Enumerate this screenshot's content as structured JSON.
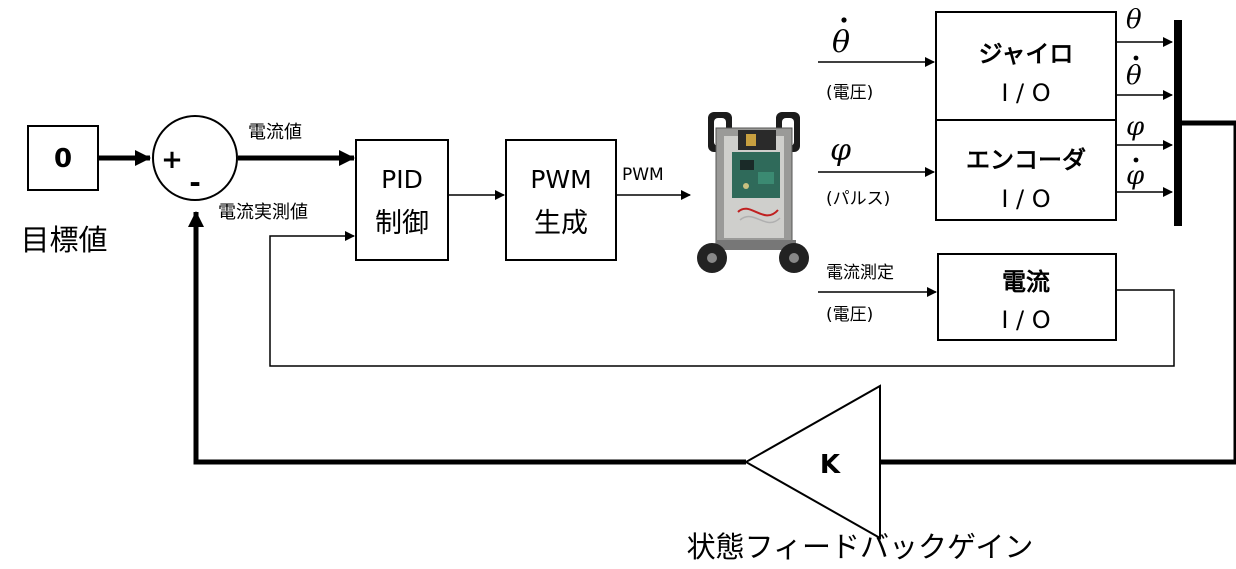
{
  "reference": {
    "value": "0",
    "label": "目標値"
  },
  "summer": {
    "plus": "+",
    "minus": "-"
  },
  "signals": {
    "current_value": "電流値",
    "current_measured_value": "電流実測値",
    "pwm": "PWM",
    "current_measurement": "電流測定",
    "voltage": "(電圧)",
    "pulse": "(パルス)"
  },
  "blocks": {
    "pid": {
      "line1": "PID",
      "line2": "制御"
    },
    "pwm_gen": {
      "line1": "PWM",
      "line2": "生成"
    },
    "gyro": {
      "line1": "ジャイロ",
      "line2": "I / O"
    },
    "encoder": {
      "line1": "エンコーダ",
      "line2": "I / O"
    },
    "current": {
      "line1": "電流",
      "line2": "I / O"
    }
  },
  "symbols": {
    "theta": "θ",
    "phi": "φ",
    "dot": "·"
  },
  "gain": {
    "symbol": "K",
    "label": "状態フィードバックゲイン"
  },
  "colors": {
    "line": "#000000",
    "background": "#ffffff"
  }
}
